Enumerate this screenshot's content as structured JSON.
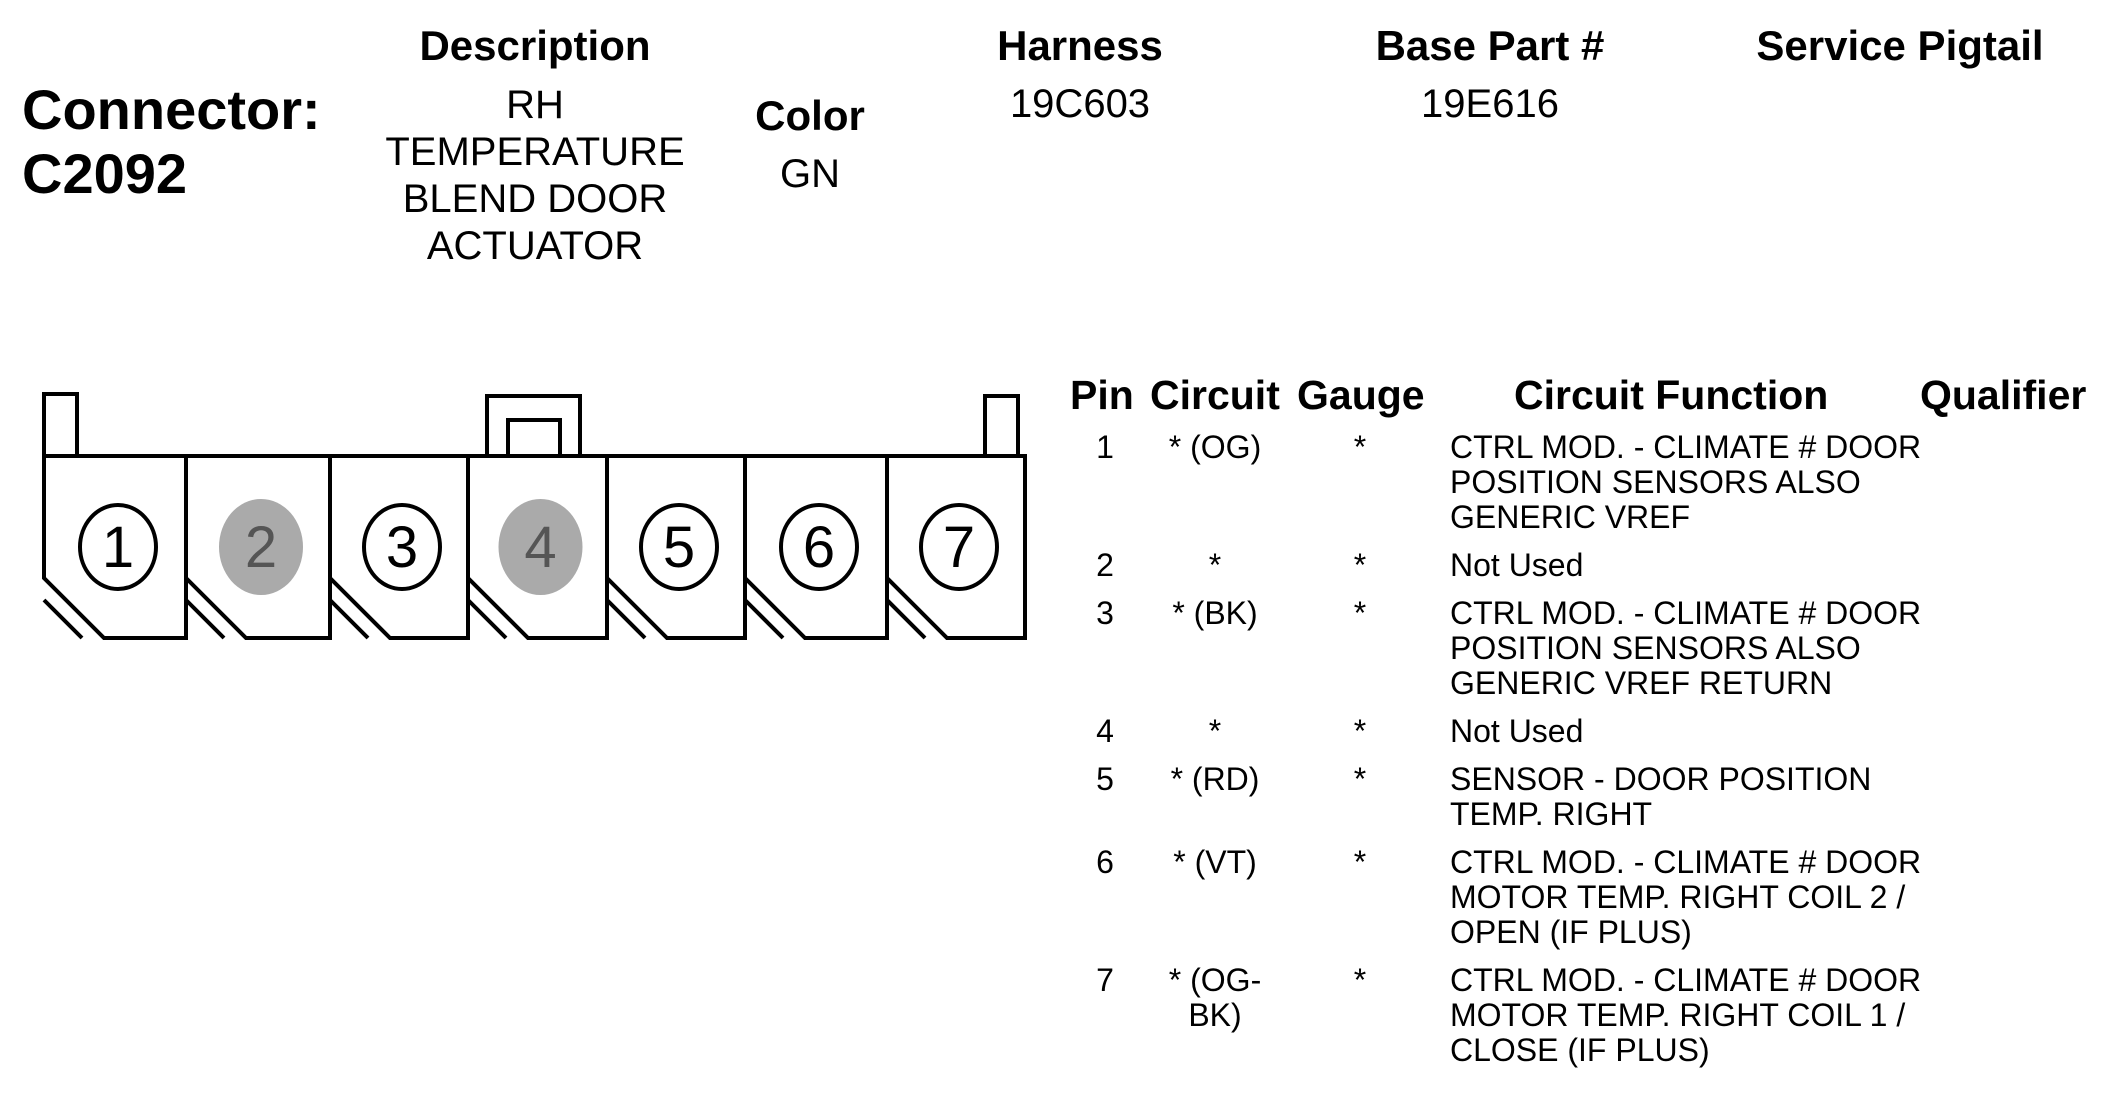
{
  "connector": {
    "label": "Connector:",
    "id": "C2092"
  },
  "description": {
    "header": "Description",
    "value": "RH\nTEMPERATURE\nBLEND DOOR\nACTUATOR"
  },
  "color": {
    "header": "Color",
    "value": "GN"
  },
  "harness": {
    "header": "Harness",
    "value": "19C603"
  },
  "base_part": {
    "header": "Base Part #",
    "value": "19E616"
  },
  "service_pigtail": {
    "header": "Service Pigtail",
    "value": ""
  },
  "pin_numbers": [
    "1",
    "2",
    "3",
    "4",
    "5",
    "6",
    "7"
  ],
  "unused_pins": [
    "2",
    "4"
  ],
  "colors": {
    "unused_fill": "#aaaaaa",
    "line": "#000000"
  },
  "table": {
    "headers": {
      "pin": "Pin",
      "circuit": "Circuit",
      "gauge": "Gauge",
      "function": "Circuit Function",
      "qualifier": "Qualifier"
    },
    "rows": [
      {
        "pin": "1",
        "circuit": "* (OG)",
        "gauge": "*",
        "function": "CTRL MOD. - CLIMATE # DOOR\nPOSITION SENSORS ALSO\nGENERIC VREF",
        "qualifier": ""
      },
      {
        "pin": "2",
        "circuit": "*",
        "gauge": "*",
        "function": "Not Used",
        "qualifier": ""
      },
      {
        "pin": "3",
        "circuit": "* (BK)",
        "gauge": "*",
        "function": "CTRL MOD. - CLIMATE # DOOR\nPOSITION SENSORS ALSO\nGENERIC VREF RETURN",
        "qualifier": ""
      },
      {
        "pin": "4",
        "circuit": "*",
        "gauge": "*",
        "function": "Not Used",
        "qualifier": ""
      },
      {
        "pin": "5",
        "circuit": "* (RD)",
        "gauge": "*",
        "function": "SENSOR - DOOR POSITION\nTEMP. RIGHT",
        "qualifier": ""
      },
      {
        "pin": "6",
        "circuit": "* (VT)",
        "gauge": "*",
        "function": "CTRL MOD. - CLIMATE # DOOR\nMOTOR TEMP. RIGHT COIL 2 /\nOPEN (IF PLUS)",
        "qualifier": ""
      },
      {
        "pin": "7",
        "circuit": "* (OG-\nBK)",
        "gauge": "*",
        "function": "CTRL MOD. - CLIMATE # DOOR\nMOTOR TEMP. RIGHT COIL 1 /\nCLOSE (IF PLUS)",
        "qualifier": ""
      }
    ]
  }
}
